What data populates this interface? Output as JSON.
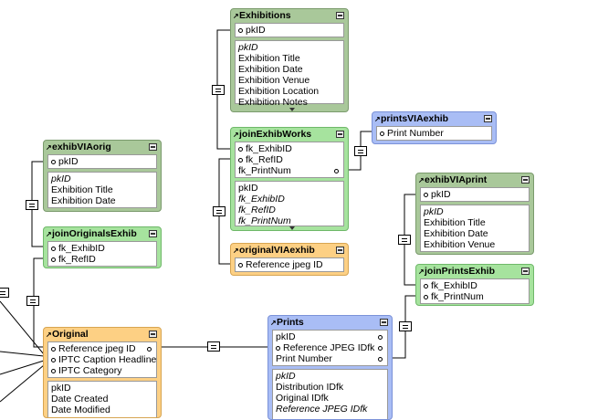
{
  "tables": {
    "exhibitions": {
      "title": "Exhibitions",
      "top_fields": [
        "pkID"
      ],
      "fields": [
        "pkID",
        "Exhibition Title",
        "Exhibition Date",
        "Exhibition Venue",
        "Exhibition Location",
        "Exhibition Notes"
      ]
    },
    "joinExhibWorks": {
      "title": "joinExhibWorks",
      "top_fields": [
        "fk_ExhibID",
        "fk_RefID",
        "fk_PrintNum"
      ],
      "fields": [
        "pkID",
        "fk_ExhibID",
        "fk_RefID",
        "fk_PrintNum"
      ]
    },
    "printsVIAexhib": {
      "title": "printsVIAexhib",
      "top_fields": [
        "Print Number"
      ]
    },
    "exhibVIAorig": {
      "title": "exhibVIAorig",
      "top_fields": [
        "pkID"
      ],
      "fields": [
        "pkID",
        "Exhibition Title",
        "Exhibition Date"
      ]
    },
    "joinOriginalsExhib": {
      "title": "joinOriginalsExhib",
      "top_fields": [
        "fk_ExhibID",
        "fk_RefID"
      ]
    },
    "originalVIAexhib": {
      "title": "originalVIAexhib",
      "top_fields": [
        "Reference jpeg ID"
      ]
    },
    "exhibVIAprint": {
      "title": "exhibVIAprint",
      "top_fields": [
        "pkID"
      ],
      "fields": [
        "pkID",
        "Exhibition Title",
        "Exhibition Date",
        "Exhibition Venue"
      ]
    },
    "joinPrintsExhib": {
      "title": "joinPrintsExhib",
      "top_fields": [
        "fk_ExhibID",
        "fk_PrintNum"
      ]
    },
    "original": {
      "title": "Original",
      "top_fields": [
        "Reference jpeg ID",
        "IPTC Caption Headline",
        "IPTC Category"
      ],
      "fields": [
        "pkID",
        "Date Created",
        "Date Modified"
      ]
    },
    "prints": {
      "title": "Prints",
      "top_fields": [
        "pkID",
        "Reference JPEG IDfk",
        "Print Number"
      ],
      "fields": [
        "pkID",
        "Distribution IDfk",
        "Original IDfk",
        "Reference JPEG IDfk"
      ]
    }
  },
  "colors": {
    "green": "#a9c89a",
    "light_green": "#a6e39e",
    "blue": "#a9bdf5",
    "orange": "#fdd084"
  }
}
